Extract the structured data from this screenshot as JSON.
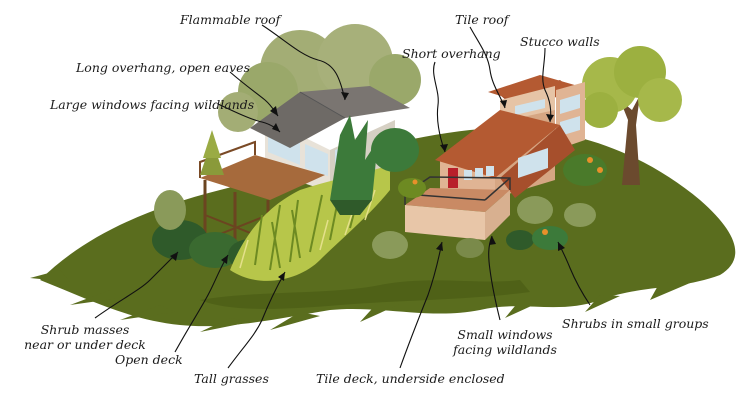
{
  "labels": {
    "flammable_roof": "Flammable roof",
    "tile_roof": "Tile roof",
    "short_overhang": "Short overhang",
    "stucco_walls": "Stucco walls",
    "long_overhang": "Long overhang, open eaves",
    "large_windows": "Large windows facing wildlands",
    "shrub_masses_line1": "Shrub masses",
    "shrub_masses_line2": "near or under deck",
    "open_deck": "Open deck",
    "tall_grasses": "Tall grasses",
    "tile_deck": "Tile deck, underside enclosed",
    "small_windows_line1": "Small windows",
    "small_windows_line2": "facing wildlands",
    "shrubs_small_groups": "Shrubs in small groups"
  },
  "colors": {
    "ground": "#5a6d1e",
    "ground_dark": "#4a5c14",
    "roof_gray": "#6e6a66",
    "roof_tile": "#b45a32",
    "stucco": "#e0b494",
    "deck_wood": "#a66a3c",
    "grass": "#b7c64a",
    "shrub_dark": "#2f5a2a",
    "tree_canopy": "#9aa86a",
    "door": "#b8202a"
  }
}
